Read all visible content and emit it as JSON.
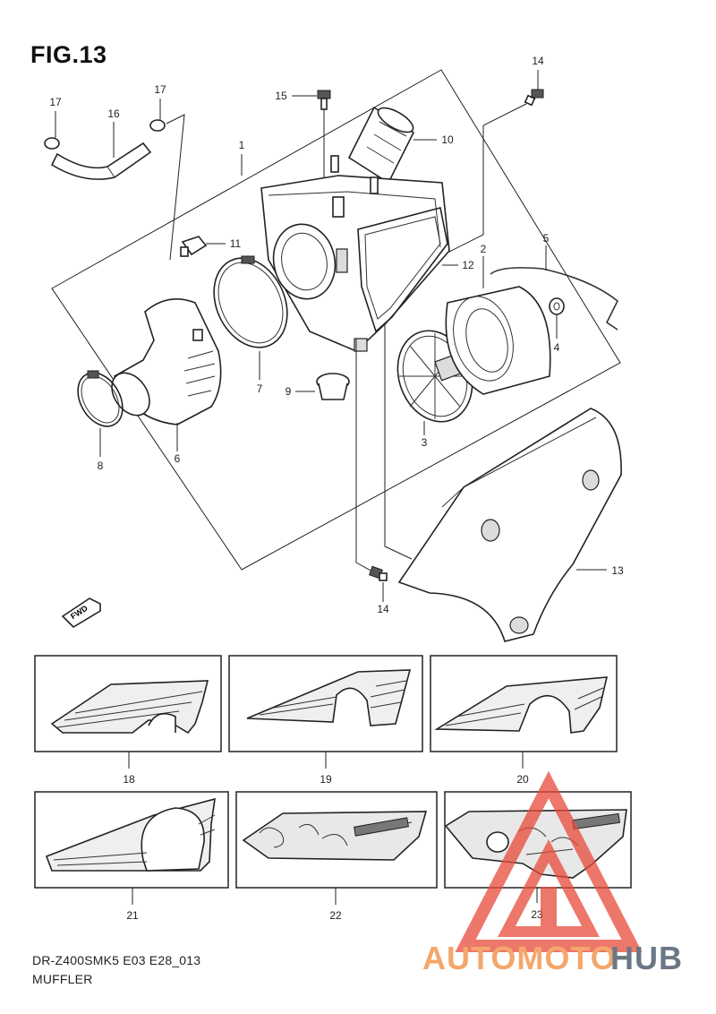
{
  "figure": {
    "title": "FIG.13",
    "model_code": "DR-Z400SMK5 E03 E28_013",
    "section_name": "MUFFLER",
    "direction_label": "FWD"
  },
  "callouts": {
    "p1": "1",
    "p2": "2",
    "p3": "3",
    "p4": "4",
    "p5": "5",
    "p6": "6",
    "p7": "7",
    "p8": "8",
    "p9": "9",
    "p10": "10",
    "p11": "11",
    "p12": "12",
    "p13": "13",
    "p14a": "14",
    "p14b": "14",
    "p15": "15",
    "p16": "16",
    "p17a": "17",
    "p17b": "17",
    "p18": "18",
    "p19": "19",
    "p20": "20",
    "p21": "21",
    "p22": "22",
    "p23": "23"
  },
  "watermark": {
    "part1": "AUTOMOTO",
    "part2": "HUB",
    "color_primary": "#f08a3c",
    "color_secondary": "#3a4a5c",
    "color_logo": "#e84a3a"
  }
}
